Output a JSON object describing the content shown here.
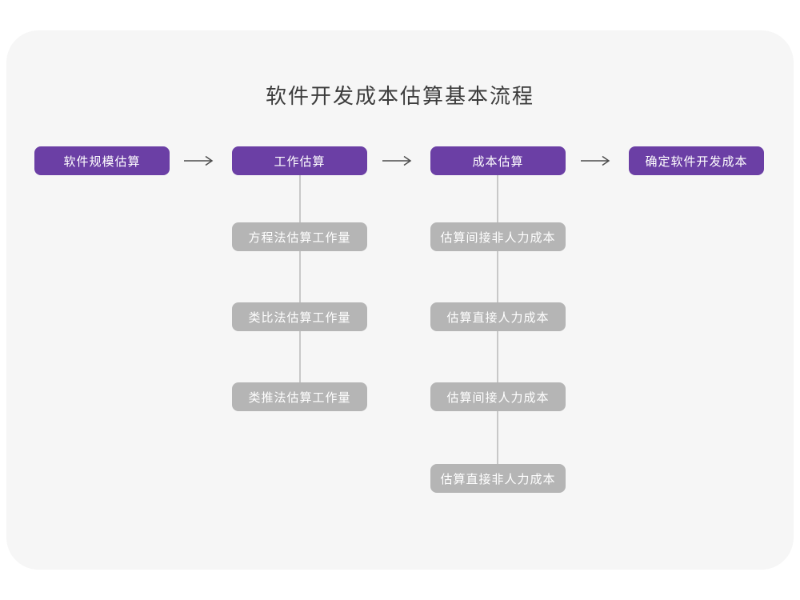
{
  "page": {
    "title": "软件开发成本估算基本流程"
  },
  "colors": {
    "page_bg": "#ffffff",
    "card_bg": "#f6f6f6",
    "primary": "#6b3fa5",
    "secondary": "#b5b5b5",
    "connector": "#c8c8c8",
    "arrow": "#4d4d4d",
    "title_text": "#3c3c3c",
    "box_text": "#ffffff"
  },
  "flow": {
    "main_steps": [
      {
        "label": "软件规模估算"
      },
      {
        "label": "工作估算"
      },
      {
        "label": "成本估算"
      },
      {
        "label": "确定软件开发成本"
      }
    ],
    "work_estimation_methods": [
      "方程法估算工作量",
      "类比法估算工作量",
      "类推法估算工作量"
    ],
    "cost_estimation_steps": [
      "估算间接非人力成本",
      "估算直接人力成本",
      "估算间接人力成本",
      "估算直接非人力成本"
    ]
  }
}
